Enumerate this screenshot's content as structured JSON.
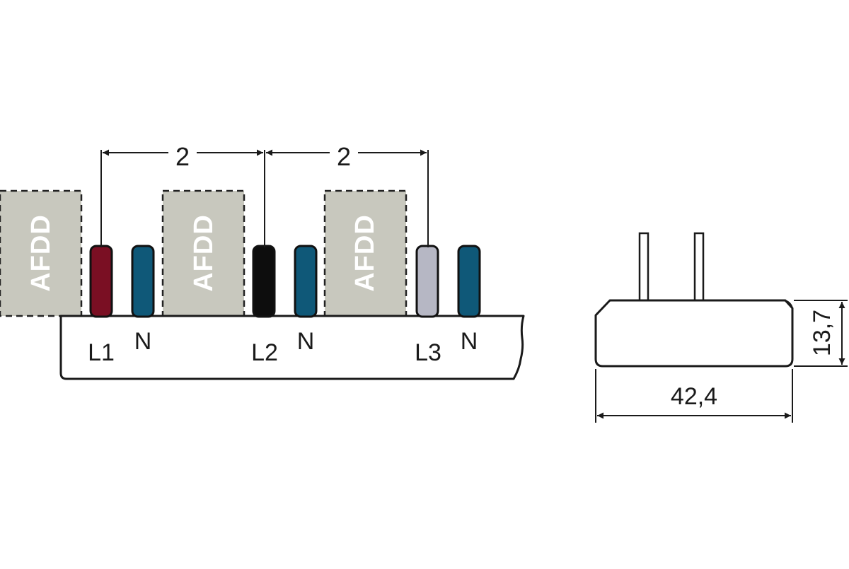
{
  "front_view": {
    "spacing_labels": [
      "2",
      "2"
    ],
    "afdd_label": "AFDD",
    "terminals": [
      {
        "label": "L1",
        "color": "#7a0f23"
      },
      {
        "label": "N",
        "color": "#0f5878"
      },
      {
        "label": "L2",
        "color": "#0d0d0d"
      },
      {
        "label": "N",
        "color": "#0f5878"
      },
      {
        "label": "L3",
        "color": "#b6b7c4"
      },
      {
        "label": "N",
        "color": "#0f5878"
      }
    ],
    "afdd_color": "#c8c8be"
  },
  "side_view": {
    "width_label": "42,4",
    "height_label": "13,7"
  }
}
